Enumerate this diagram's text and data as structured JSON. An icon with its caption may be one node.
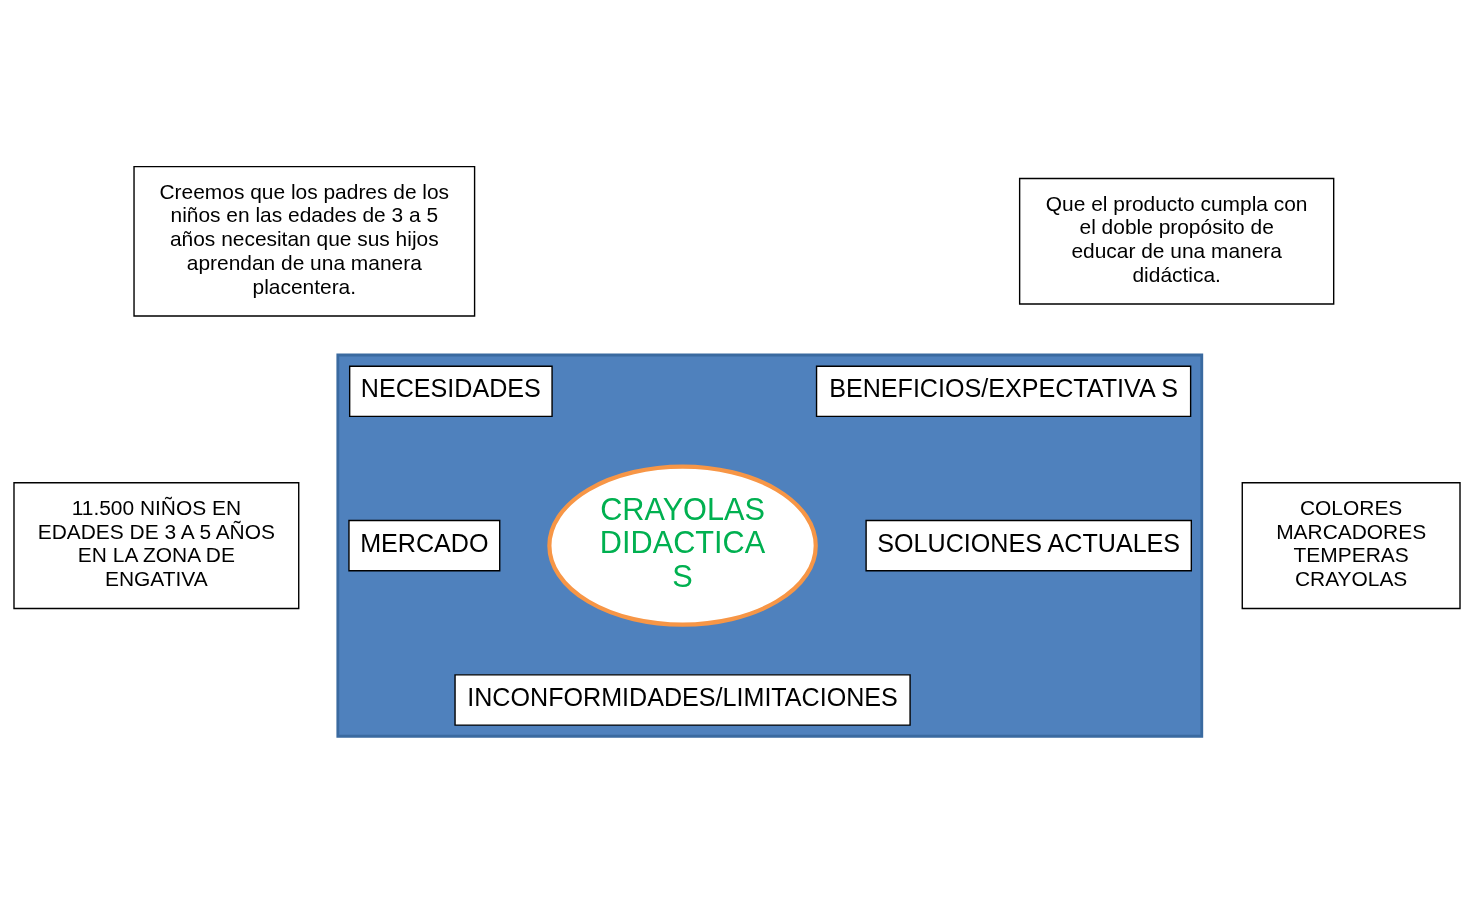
{
  "diagram": {
    "nodes": [
      {
        "text": [],
        "shape": "pentagon"
      },
      {
        "text": [
          "NECESIDADES"
        ],
        "in": 0
      },
      {
        "text": [
          "Creemos que los padres de los niños en las edades de 3 a 5 años necesitan que sus hijos aprendan de una manera placentera."
        ]
      },
      {
        "text": [
          "BENEFICIOS/EXPECTATIVA S"
        ],
        "in": 0
      },
      {
        "text": [
          "Que el producto cumpla con el doble propósito de educar de una manera didáctica."
        ]
      },
      {
        "text": [
          "CRAYOLAS DIDACTICA S"
        ],
        "in": 0
      },
      {
        "text": [
          "MERCADO"
        ],
        "in": 0
      },
      {
        "text": [
          "11.500 NIÑOS EN EDADES DE 3 A 5 AÑOS EN LA ZONA DE ENGATIVA"
        ]
      },
      {
        "text": [
          "SOLUCIONES ACTUALES"
        ],
        "in": 0
      },
      {
        "text": [
          "COLORES",
          "MARCADORES",
          "TEMPERAS",
          "CRAYOLAS"
        ]
      },
      {
        "text": [
          "INCONFORMIDADES/LIMITACIONES"
        ],
        "in": 0
      }
    ]
  }
}
